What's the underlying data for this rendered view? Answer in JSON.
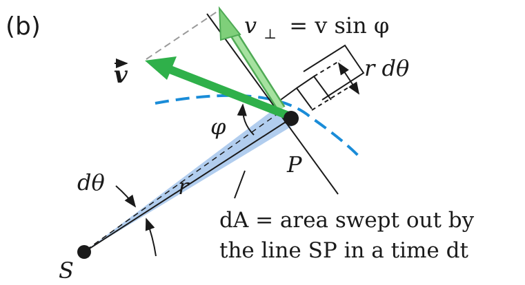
{
  "panel_label": "(b)",
  "velocity_label": "v",
  "perp_component": {
    "lhs": "v",
    "lhs_sub": "⊥",
    "rhs": "= v sin φ"
  },
  "arc_label": "r dθ",
  "angle_phi": "φ",
  "point_P": "P",
  "point_S": "S",
  "radius_label": "r",
  "dtheta_label": "dθ",
  "area_caption": {
    "line1": "dA = area swept out by",
    "line2": "the line SP in a time dt"
  },
  "colors": {
    "velocity": "#2fb04a",
    "perp_component": "#8fd68a",
    "swept_area": "#a9c8ec",
    "orbit": "#1a8cd8",
    "line": "#1a1a1a"
  }
}
